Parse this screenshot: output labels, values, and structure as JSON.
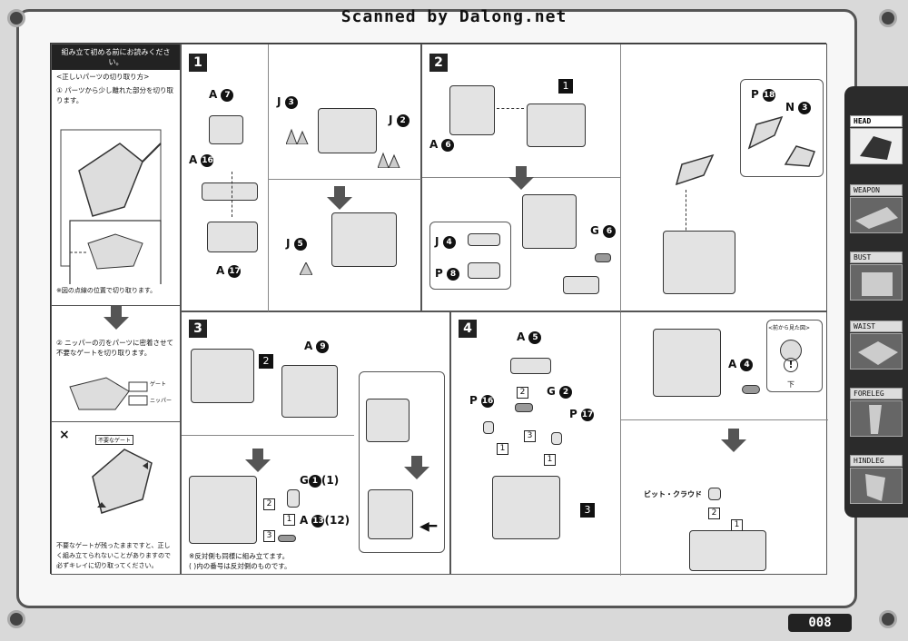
{
  "header": "Scanned by Dalong.net",
  "page_number": "008",
  "left_col": {
    "title": "組み立て初める前にお読みください。",
    "section_heading": "<正しいパーツの切り取り方>",
    "step1": "① パーツから少し離れた部分を切り取ります。",
    "note1": "※図の点線の位置で切り取ります。",
    "step2": "② ニッパーの刃をパーツに密着させて不要なゲートを切り取ります。",
    "gate_label": "ゲート",
    "nipper_label": "ニッパー",
    "wrong_mark": "×",
    "unneeded_gate": "不要なゲート",
    "warning": "不要なゲートが残ったままですと、正しく組み立てられないことがありますので必ずキレイに切り取ってください。"
  },
  "steps": {
    "s1": "1",
    "s2": "2",
    "s3": "3",
    "s4": "4"
  },
  "step1": {
    "a7": "A",
    "a7n": "7",
    "a16": "A",
    "a16n": "16",
    "a17": "A",
    "a17n": "17",
    "j3": "J",
    "j3n": "3",
    "j2": "J",
    "j2n": "2",
    "j5": "J",
    "j5n": "5"
  },
  "step2": {
    "a6": "A",
    "a6n": "6",
    "ref": "1",
    "p18": "P",
    "p18n": "18",
    "n3": "N",
    "n3n": "3",
    "j4": "J",
    "j4n": "4",
    "p8": "P",
    "p8n": "8",
    "g6": "G",
    "g6n": "6"
  },
  "step3": {
    "ref": "2",
    "a9": "A",
    "a9n": "9",
    "g1": "G",
    "g1n": "1",
    "g1alt": "(1)",
    "a13": "A",
    "a13n": "13",
    "a13alt": "(12)",
    "b1": "1",
    "b2": "2",
    "b3": "3",
    "note": "※反対側も同様に組み立てます。\n( )内の番号は反対側のものです。"
  },
  "step4": {
    "a5": "A",
    "a5n": "5",
    "g2": "G",
    "g2n": "2",
    "p16": "P",
    "p16n": "16",
    "p17": "P",
    "p17n": "17",
    "ref": "3",
    "a4": "A",
    "a4n": "4",
    "view_label": "<前から見た図>",
    "down_label": "下",
    "pit_cloud": "ビット・クラウド",
    "b1": "1",
    "b2": "2",
    "b3": "3"
  },
  "tabs": [
    {
      "label": "HEAD",
      "active": true
    },
    {
      "label": "WEAPON",
      "active": false
    },
    {
      "label": "BUST",
      "active": false
    },
    {
      "label": "WAIST",
      "active": false
    },
    {
      "label": "FORELEG",
      "active": false
    },
    {
      "label": "HINDLEG",
      "active": false
    }
  ]
}
